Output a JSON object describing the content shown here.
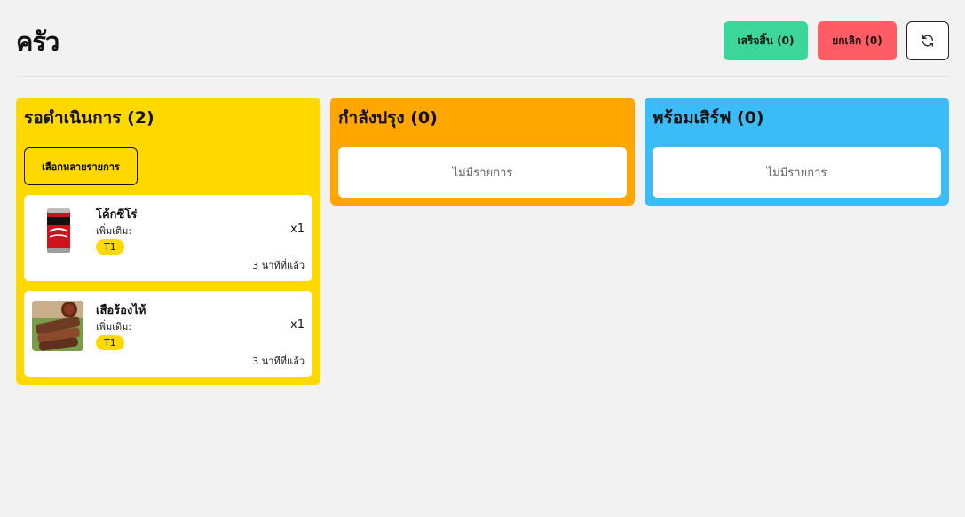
{
  "header": {
    "title": "ครัว",
    "done_button": "เสร็จสิ้น (0)",
    "cancel_button": "ยกเลิก (0)",
    "refresh_icon": "refresh-icon"
  },
  "columns": {
    "pending": {
      "title": "รอดำเนินการ (2)",
      "select_multiple": "เลือกหลายรายการ",
      "orders": [
        {
          "name": "โค้กซีโร่",
          "extras_label": "เพิ่มเติม:",
          "qty": "x1",
          "table": "T1",
          "time": "3 นาทีที่แล้ว"
        },
        {
          "name": "เสือร้องไห้",
          "extras_label": "เพิ่มเติม:",
          "qty": "x1",
          "table": "T1",
          "time": "3 นาทีที่แล้ว"
        }
      ]
    },
    "cooking": {
      "title": "กำลังปรุง (0)",
      "empty": "ไม่มีรายการ"
    },
    "ready": {
      "title": "พร้อมเสิร์ฟ (0)",
      "empty": "ไม่มีรายการ"
    }
  },
  "colors": {
    "pending": "#ffd800",
    "cooking": "#ffa700",
    "ready": "#3bbcf7",
    "done": "#3cd59a",
    "cancel": "#ff5c66"
  }
}
